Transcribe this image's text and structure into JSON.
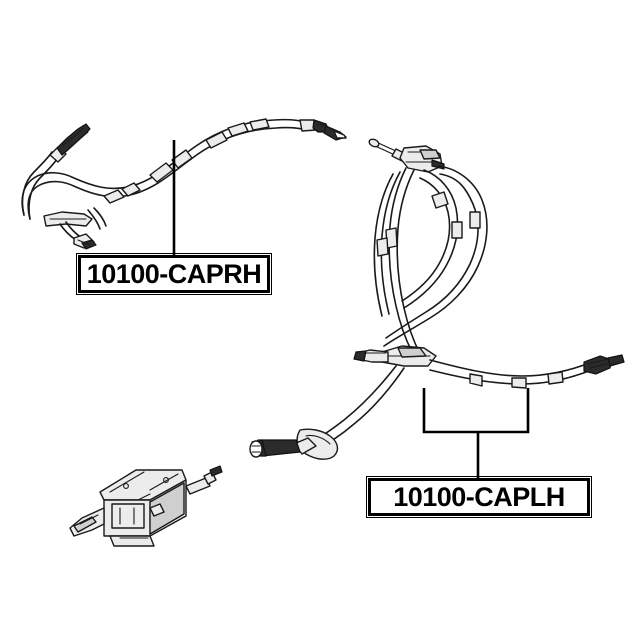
{
  "diagram": {
    "type": "technical-parts-illustration",
    "subject": "parking brake cable assembly",
    "background_color": "#ffffff",
    "line_color": "#1a1a1a",
    "fill_light": "#ececec",
    "fill_mid": "#cfcfcf",
    "fill_dark": "#2b2b2b"
  },
  "labels": [
    {
      "id": "caprh",
      "text": "10100-CAPRH",
      "description": "right hand parking brake cable part number callout"
    },
    {
      "id": "caplh",
      "text": "10100-CAPLH",
      "description": "left hand parking brake cable part number callout"
    }
  ],
  "parts": [
    {
      "name": "right-hand-brake-cable",
      "callout": "10100-CAPRH"
    },
    {
      "name": "left-hand-brake-cable",
      "callout": "10100-CAPLH"
    },
    {
      "name": "parking-brake-lever-assembly",
      "callout": ""
    },
    {
      "name": "cable-end-fitting",
      "callout": ""
    },
    {
      "name": "cable-adjuster-rod",
      "callout": ""
    },
    {
      "name": "cable-guide-bracket",
      "callout": ""
    },
    {
      "name": "cable-eyelet-terminal",
      "callout": ""
    }
  ]
}
